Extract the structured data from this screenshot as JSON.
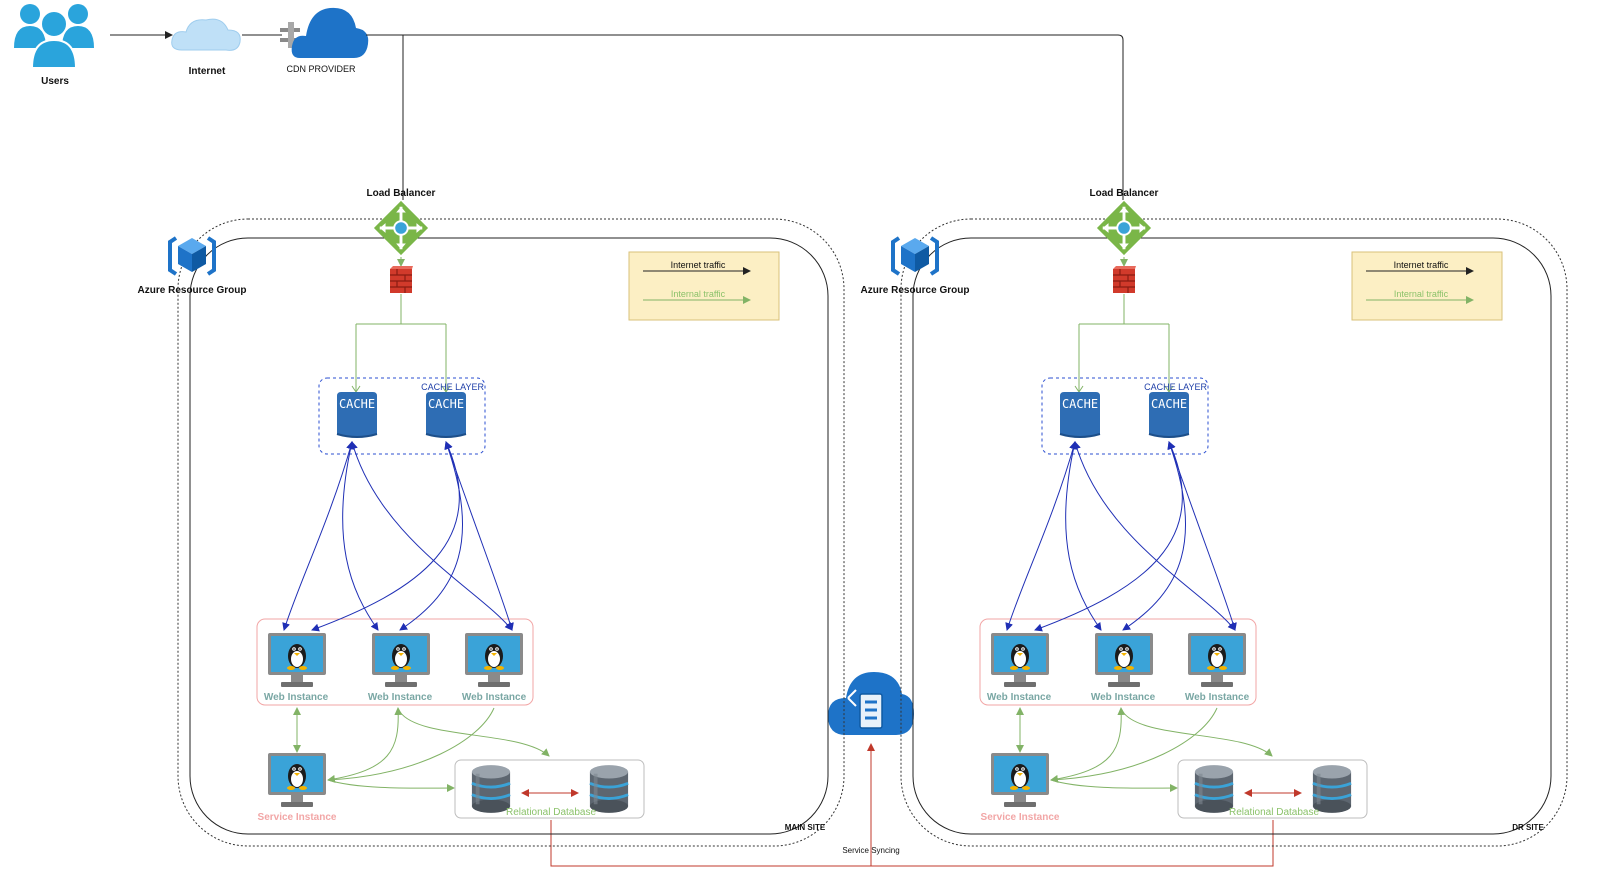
{
  "top": {
    "users_label": "Users",
    "internet_label": "Internet",
    "cdn_label": "CDN PROVIDER"
  },
  "sites": [
    {
      "site_label": "MAIN SITE",
      "load_balancer_label": "Load Balancer",
      "resource_group_label": "Azure Resource Group",
      "legend": {
        "internet": "Internet traffic",
        "internal": "Internal traffic"
      },
      "cache_layer_label": "CACHE LAYER",
      "cache_labels": [
        "CACHE",
        "CACHE"
      ],
      "web_instances": [
        "Web Instance",
        "Web Instance",
        "Web Instance"
      ],
      "service_instance_label": "Service Instance",
      "database_label": "Relational Database"
    },
    {
      "site_label": "DR SITE",
      "load_balancer_label": "Load Balancer",
      "resource_group_label": "Azure Resource Group",
      "legend": {
        "internet": "Internet traffic",
        "internal": "Internal traffic"
      },
      "cache_layer_label": "CACHE LAYER",
      "cache_labels": [
        "CACHE",
        "CACHE"
      ],
      "web_instances": [
        "Web Instance",
        "Web Instance",
        "Web Instance"
      ],
      "service_instance_label": "Service Instance",
      "database_label": "Relational Database"
    }
  ],
  "sync_label": "Service Syncing",
  "colors": {
    "internet_line": "#222222",
    "internal_line": "#82b366",
    "cache_link": "#1f2fb5",
    "db_sync": "#c0392b",
    "cache_fill": "#2e6db4",
    "azure_blue": "#1e73c8",
    "lb_green": "#7ab648",
    "legend_bg": "#fcefc4"
  }
}
